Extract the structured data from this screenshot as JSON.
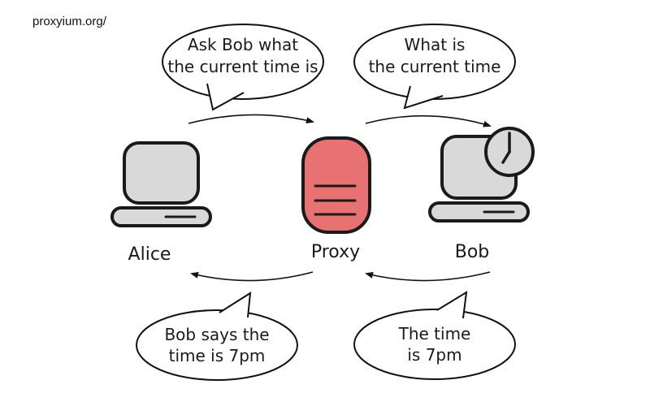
{
  "watermark": "proxyium.org/",
  "nodes": {
    "alice": "Alice",
    "proxy": "Proxy",
    "bob": "Bob"
  },
  "bubbles": {
    "alice_to_proxy": {
      "line1": "Ask Bob what",
      "line2": "the current time is"
    },
    "proxy_to_bob": {
      "line1": "What is",
      "line2": "the current time"
    },
    "proxy_to_alice": {
      "line1": "Bob says the",
      "line2": "time is 7pm"
    },
    "bob_to_proxy": {
      "line1": "The time",
      "line2": "is 7pm"
    }
  },
  "colors": {
    "proxy": "#e87272",
    "device": "#d9d9d9",
    "outline": "#1a1a1a"
  },
  "icons": {
    "alice": "computer-icon",
    "proxy": "server-icon",
    "bob": "computer-icon",
    "bob_badge": "clock-icon"
  }
}
